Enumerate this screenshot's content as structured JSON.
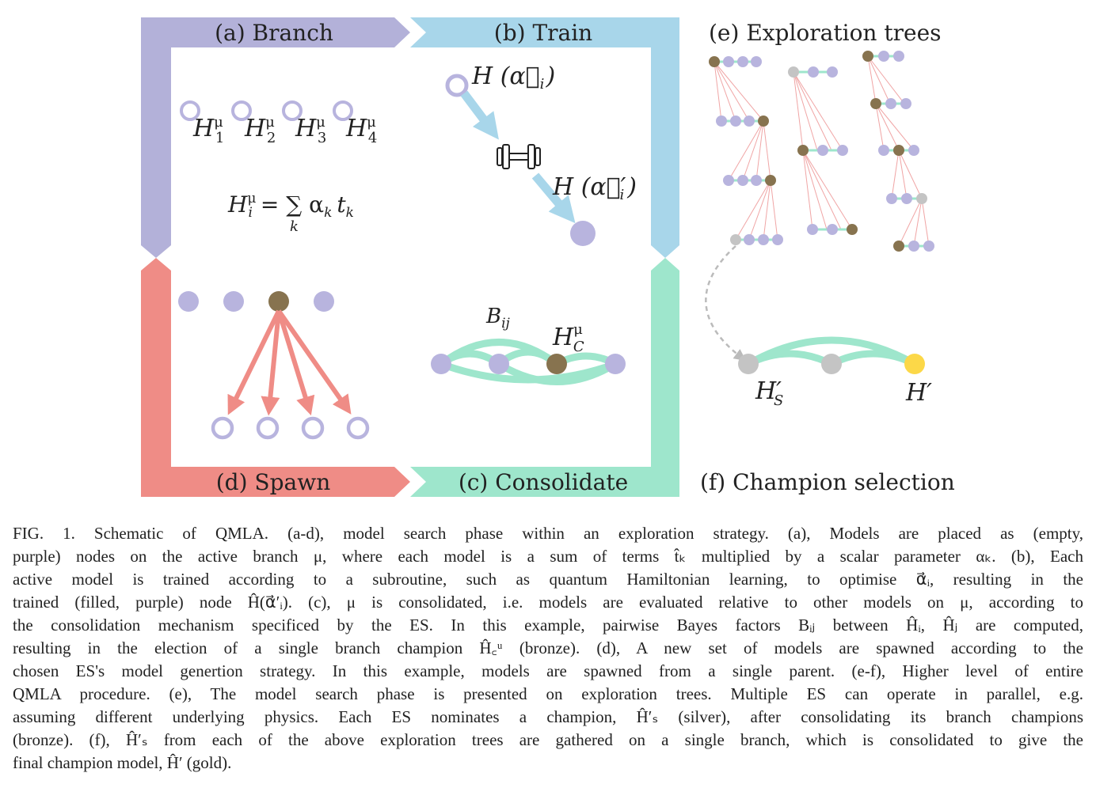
{
  "panels": {
    "a": "(a) Branch",
    "b": "(b) Train",
    "c": "(c) Consolidate",
    "d": "(d) Spawn",
    "e": "(e) Exploration trees",
    "f": "(f) Champion selection"
  },
  "math": {
    "h_mu": "H",
    "sup_mu": "μ",
    "sub_1": "1",
    "sub_2": "2",
    "sub_3": "3",
    "sub_4": "4",
    "model_sum_lhs": "H",
    "model_sum_sub": "i",
    "model_sum_eq": "= ∑ α",
    "model_sum_k": "k",
    "model_sum_t": "t",
    "train_before": "H (α⃗",
    "train_before_sub": "i",
    "train_after": "H (α⃗′",
    "train_after_sub": "i",
    "close_paren": ")",
    "bayes": "B",
    "bayes_sub": "ij",
    "champ": "H",
    "champ_sub": "C",
    "silver": "H′",
    "silver_sub": "S",
    "gold": "H′"
  },
  "colors": {
    "branch_purple": "#b3b1d9",
    "train_blue": "#a8d6ea",
    "consolidate_green": "#9ee6cc",
    "spawn_red": "#ef8c86",
    "node_purple": "#b8b4de",
    "bronze": "#87734f",
    "silver": "#c4c4c4",
    "gold": "#fcd848"
  },
  "caption": {
    "lines": [
      "FIG. 1.   Schematic of QMLA. (a-d), model search phase within an exploration strategy. (a), Models are placed as (empty,",
      "purple) nodes on the active branch μ, where each model is a sum of terms t̂ₖ multiplied by a scalar parameter αₖ. (b), Each",
      "active model is trained according to a subroutine, such as quantum Hamiltonian learning, to optimise α⃗ᵢ, resulting in the",
      "trained (filled, purple) node Ĥ(α⃗′ᵢ). (c), μ is consolidated, i.e. models are evaluated relative to other models on μ, according to",
      "the consolidation mechanism specificed by the ES. In this example, pairwise Bayes factors Bᵢⱼ between Ĥᵢ, Ĥⱼ are computed,",
      "resulting in the election of a single branch champion Ĥ꜀ᵘ (bronze). (d), A new set of models are spawned according to the",
      "chosen ES's model genertion strategy. In this example, models are spawned from a single parent. (e-f), Higher level of entire",
      "QMLA procedure. (e), The model search phase is presented on exploration trees. Multiple ES can operate in parallel, e.g.",
      "assuming different underlying physics. Each ES nominates a champion, Ĥ′ₛ (silver), after consolidating its branch champions",
      "(bronze). (f), Ĥ′ₛ from each of the above exploration trees are gathered on a single branch, which is consolidated to give the",
      "final champion model, Ĥ′ (gold)."
    ]
  }
}
